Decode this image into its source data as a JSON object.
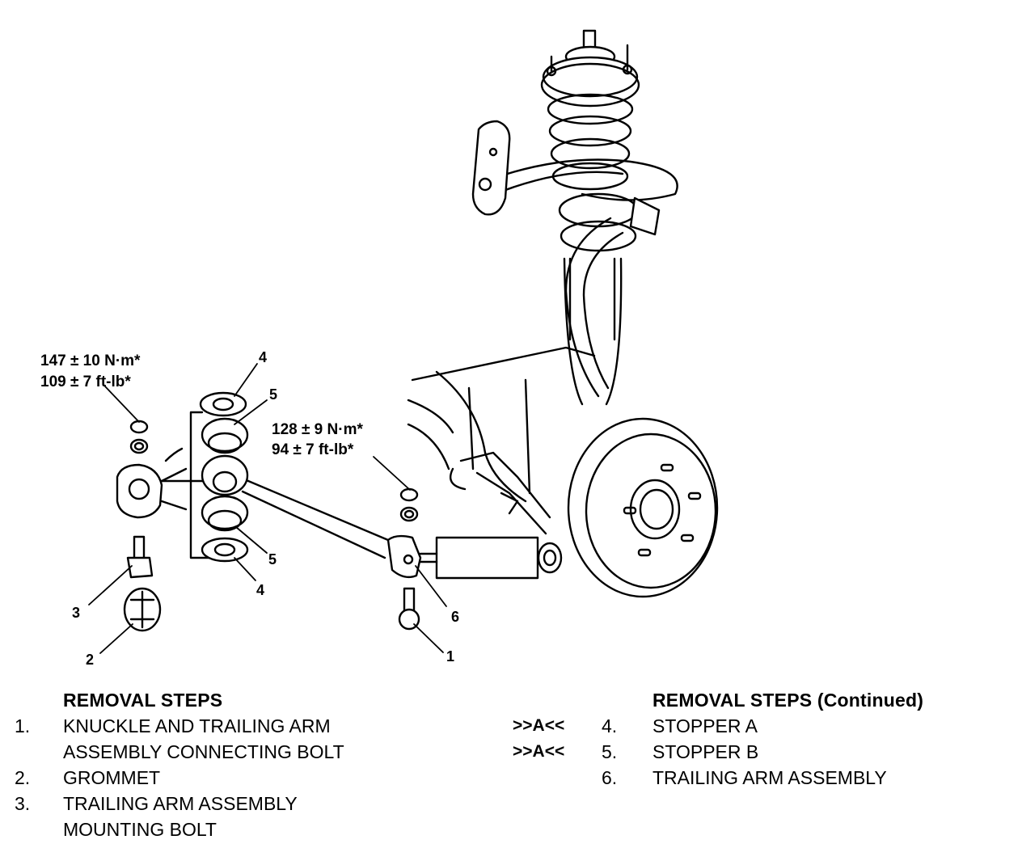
{
  "torque_a": {
    "line1": "147 ± 10 N·m*",
    "line2": "109 ± 7 ft-lb*"
  },
  "torque_b": {
    "line1": "128 ± 9 N·m*",
    "line2": "94 ± 7 ft-lb*"
  },
  "callouts": {
    "c1": "1",
    "c2": "2",
    "c3": "3",
    "c4_top": "4",
    "c4_bottom": "4",
    "c5_top": "5",
    "c5_bottom": "5",
    "c6": "6"
  },
  "steps_left": {
    "header": "REMOVAL STEPS",
    "items": [
      {
        "num": "1.",
        "line1": "KNUCKLE AND TRAILING ARM",
        "line2": "ASSEMBLY CONNECTING BOLT"
      },
      {
        "num": "2.",
        "line1": "GROMMET"
      },
      {
        "num": "3.",
        "line1": "TRAILING ARM ASSEMBLY",
        "line2": "MOUNTING BOLT"
      }
    ]
  },
  "steps_right": {
    "header": "REMOVAL STEPS (Continued)",
    "items": [
      {
        "mark": ">>A<<",
        "num": "4.",
        "text": "STOPPER A"
      },
      {
        "mark": ">>A<<",
        "num": "5.",
        "text": "STOPPER B"
      },
      {
        "mark": "",
        "num": "6.",
        "text": "TRAILING ARM ASSEMBLY"
      }
    ]
  }
}
